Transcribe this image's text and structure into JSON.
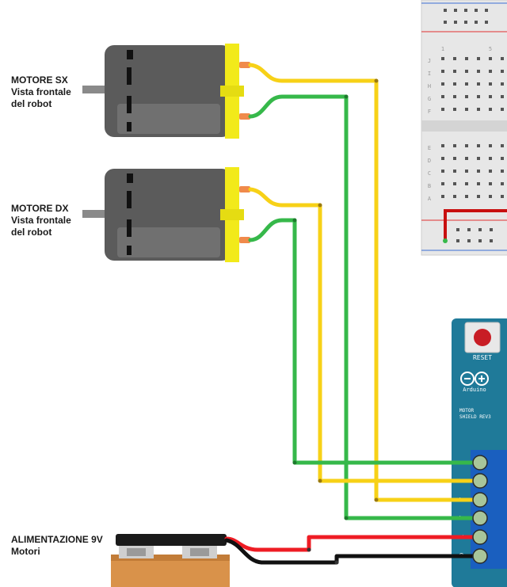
{
  "labels": {
    "motor_left_title": "MOTORE SX",
    "motor_left_sub1": "Vista frontale",
    "motor_left_sub2": "del robot",
    "motor_right_title": "MOTORE DX",
    "motor_right_sub1": "Vista frontale",
    "motor_right_sub2": "del robot",
    "battery_title": "ALIMENTAZIONE 9V",
    "battery_sub": "Motori"
  },
  "board": {
    "reset_label": "RESET",
    "arduino_label": "Arduino",
    "shield_line1": "MOTOR",
    "shield_line2": "SHIELD REV3",
    "terminal_labels": [
      "B",
      "B",
      "A",
      "A",
      "V",
      "G"
    ]
  },
  "breadboard": {
    "row_letters_top": [
      "J",
      "I",
      "H",
      "G",
      "F"
    ],
    "row_letters_bottom": [
      "E",
      "D",
      "C",
      "B",
      "A"
    ],
    "column_numbers": [
      "1",
      "5"
    ]
  },
  "colors": {
    "wire_yellow": "#f7d117",
    "wire_green": "#36b84a",
    "wire_red": "#ee1c24",
    "wire_black": "#111111",
    "motor_body": "#5b5b5b",
    "motor_cap": "#f2ea1a",
    "shield_blue": "#1f7a99",
    "battery_body": "#d9924a"
  }
}
